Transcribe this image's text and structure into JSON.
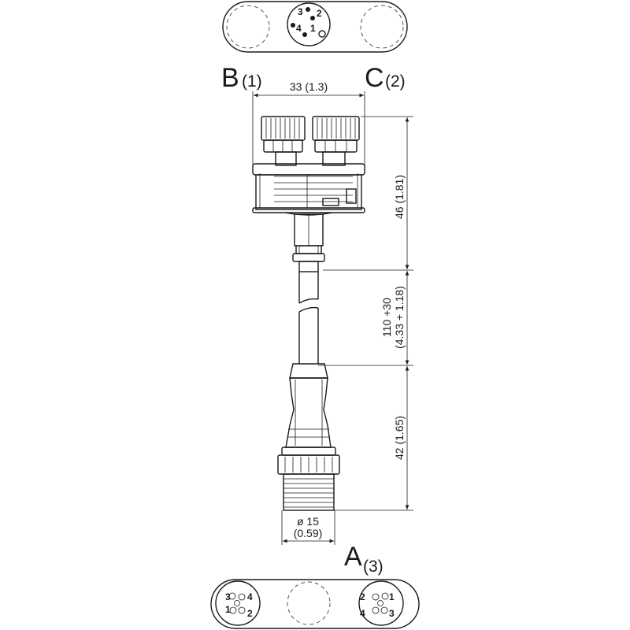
{
  "connectors": {
    "b": {
      "letter": "B",
      "index": "(1)"
    },
    "c": {
      "letter": "C",
      "index": "(2)"
    },
    "a": {
      "letter": "A",
      "index": "(3)"
    }
  },
  "dimensions": {
    "width_top": "33 (1.3)",
    "height_splitter": "46 (1.81)",
    "cable_length_line1": "110 +30",
    "cable_length_line2": "(4.33 + 1.18)",
    "height_plug": "42 (1.65)",
    "diameter_line1": "ø 15",
    "diameter_line2": "(0.59)"
  },
  "top_view_pins": {
    "p1": "1",
    "p2": "2",
    "p3": "3",
    "p4": "4"
  },
  "bottom_view_left_pins": {
    "p1": "1",
    "p2": "2",
    "p3": "3",
    "p4": "4"
  },
  "bottom_view_right_pins": {
    "p1": "1",
    "p2": "2",
    "p3": "3",
    "p4": "4"
  }
}
